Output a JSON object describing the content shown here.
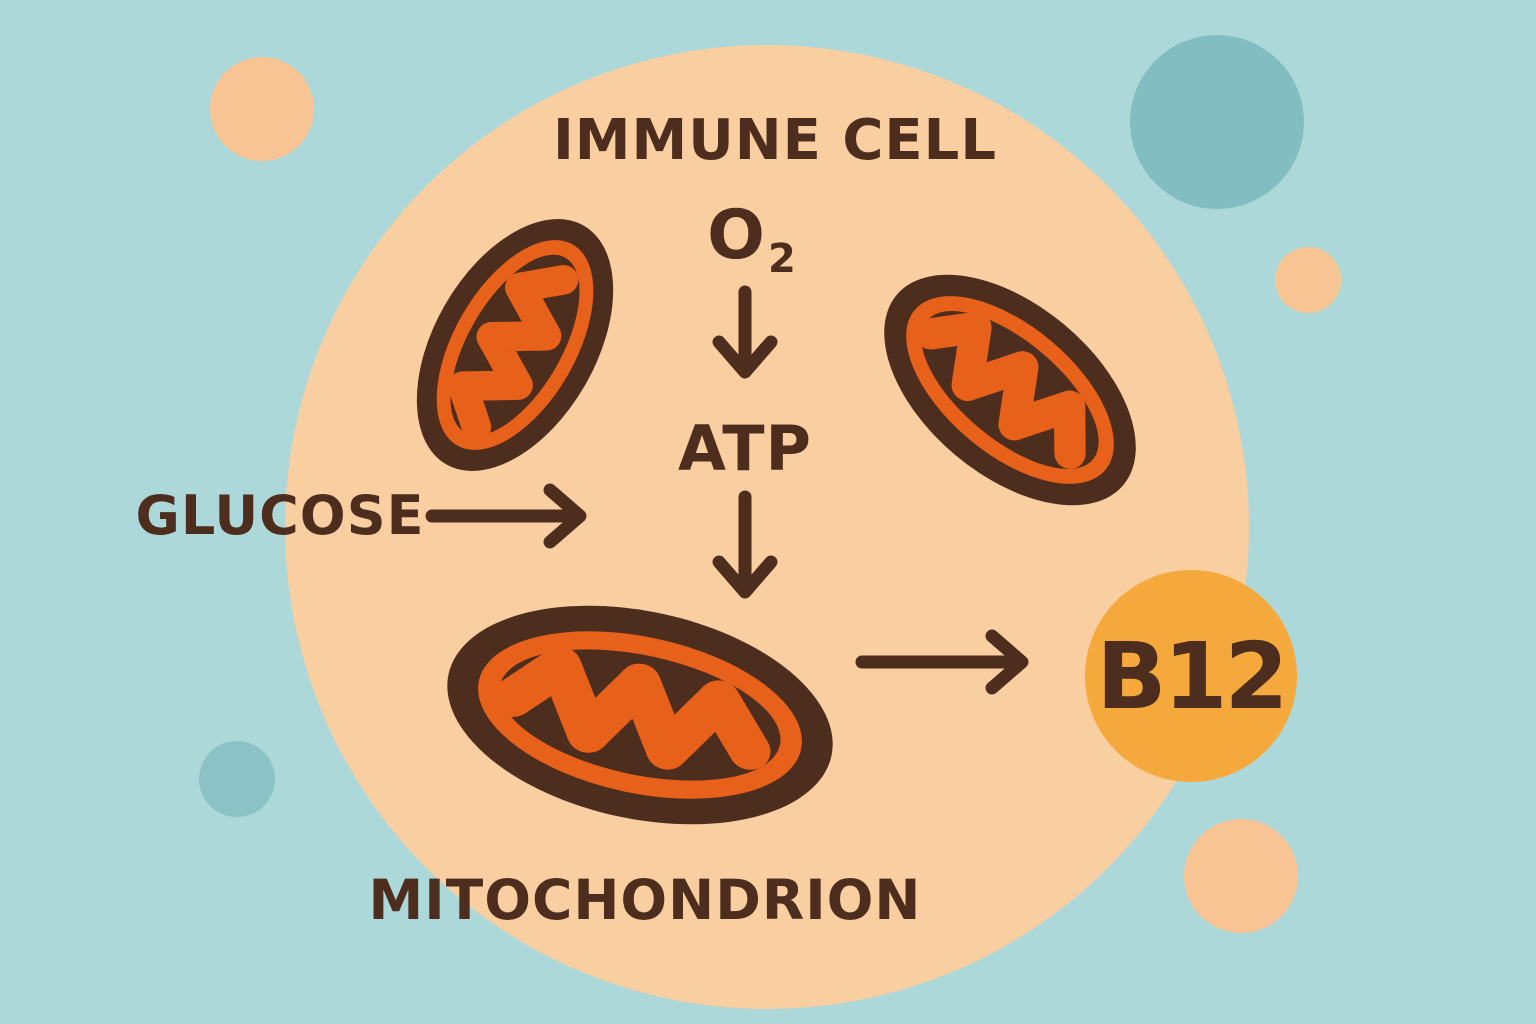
{
  "labels": {
    "immune_cell": "IMMUNE CELL",
    "oxygen_main": "O",
    "oxygen_sub": "2",
    "atp": "ATP",
    "glucose": "GLUCOSE",
    "mitochondrion": "MITOCHONDRION",
    "b12": "B12"
  },
  "colors": {
    "background_teal": "#ADD8DA",
    "cell_body_peach": "#F9CEA0",
    "decor_teal_circle": "#82BEC1",
    "decor_peach_circle": "#F9C493",
    "outline_text_brown": "#4D2D1E",
    "mitochondria_orange": "#E8611B",
    "b12_badge_yellow": "#F5A93C"
  },
  "diagram": {
    "type": "flow",
    "flows": [
      {
        "from": "O2",
        "to": "ATP"
      },
      {
        "from": "ATP",
        "to": "MITOCHONDRION"
      },
      {
        "from": "GLUCOSE",
        "to": "MITOCHONDRION"
      },
      {
        "from": "MITOCHONDRION",
        "to": "B12"
      }
    ]
  }
}
